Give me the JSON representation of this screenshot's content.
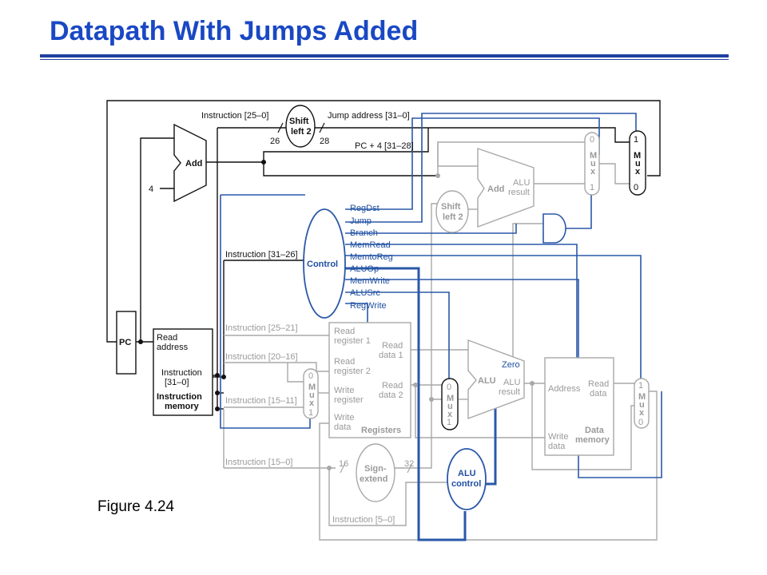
{
  "slide": {
    "title": "Datapath With Jumps Added",
    "caption": "Figure 4.24"
  },
  "colors": {
    "title": "#1a48c4",
    "control_lines": "#2a58a8",
    "active_path": "#111111",
    "inactive_path": "#a8a8a8"
  },
  "diagram": {
    "instruction_25_0": "Instruction [25–0]",
    "shift_left_2_top": "Shift\nleft 2",
    "bits_26": "26",
    "bits_28": "28",
    "jump_address": "Jump address [31–0]",
    "pc_plus_4": "PC + 4 [31–28]",
    "add_label": "Add",
    "const_4": "4",
    "pc": "PC",
    "control": "Control",
    "instruction_31_26": "Instruction [31–26]",
    "control_signals": [
      "RegDst",
      "Jump",
      "Branch",
      "MemRead",
      "MemtoReg",
      "ALUOp",
      "MemWrite",
      "ALUSrc",
      "RegWrite"
    ],
    "shift_left_2_mid": "Shift\nleft 2",
    "alu_add_label": "Add",
    "alu_result": "ALU\nresult",
    "mux": "M\nu\nx",
    "mux_0": "0",
    "mux_1": "1",
    "read_address": "Read\naddress",
    "instruction_31_0": "Instruction\n[31–0]",
    "instruction_memory": "Instruction\nmemory",
    "instruction_25_21": "Instruction [25–21]",
    "instruction_20_16": "Instruction [20–16]",
    "instruction_15_11": "Instruction [15–11]",
    "instruction_15_0": "Instruction [15–0]",
    "instruction_5_0": "Instruction [5–0]",
    "read_register_1": "Read\nregister 1",
    "read_register_2": "Read\nregister 2",
    "write_register": "Write\nregister",
    "write_data": "Write\ndata",
    "read_data_1": "Read\ndata 1",
    "read_data_2": "Read\ndata 2",
    "registers": "Registers",
    "alu": "ALU",
    "zero": "Zero",
    "address": "Address",
    "read_data": "Read\ndata",
    "data_memory": "Data\nmemory",
    "bits_16": "16",
    "bits_32": "32",
    "sign_extend": "Sign-\nextend",
    "alu_control": "ALU\ncontrol"
  }
}
